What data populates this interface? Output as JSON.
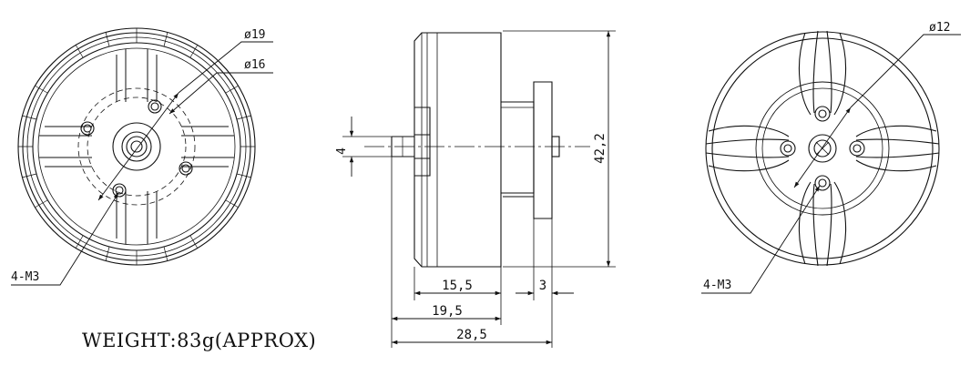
{
  "front_view": {
    "callouts": {
      "dia_outer": "ø19",
      "dia_inner": "ø16",
      "holes": "4-M3"
    }
  },
  "side_view": {
    "dimensions": {
      "shaft": "4",
      "height": "42,2",
      "len_1": "15,5",
      "len_2": "19,5",
      "len_total": "28,5",
      "flange": "3"
    }
  },
  "rear_view": {
    "callouts": {
      "dia": "ø12",
      "holes": "4-M3"
    }
  },
  "weight_text": "WEIGHT:83g(APPROX)"
}
